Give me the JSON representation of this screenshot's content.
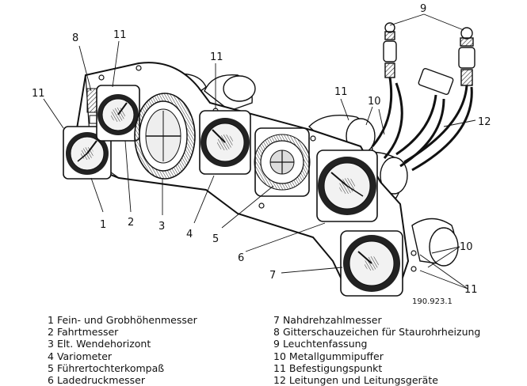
{
  "callouts": [
    "1",
    "2",
    "3",
    "4",
    "5",
    "6",
    "7",
    "8",
    "9",
    "10",
    "11",
    "12"
  ],
  "figure_id": "190.923.1",
  "legend": [
    {
      "n": "1",
      "text": "Fein- und Grobhöhenmesser"
    },
    {
      "n": "2",
      "text": "Fahrtmesser"
    },
    {
      "n": "3",
      "text": "Elt. Wendehorizont"
    },
    {
      "n": "4",
      "text": "Variometer"
    },
    {
      "n": "5",
      "text": "Führertochterkompaß"
    },
    {
      "n": "6",
      "text": "Ladedruckmesser"
    },
    {
      "n": "7",
      "text": "Nahdrehzahlmesser"
    },
    {
      "n": "8",
      "text": "Gitterschauzeichen für Staurohrheizung"
    },
    {
      "n": "9",
      "text": "Leuchtenfassung"
    },
    {
      "n": "10",
      "text": "Metallgummipuffer"
    },
    {
      "n": "11",
      "text": "Befestigungspunkt"
    },
    {
      "n": "12",
      "text": "Leitungen und Leitungsgeräte"
    }
  ]
}
